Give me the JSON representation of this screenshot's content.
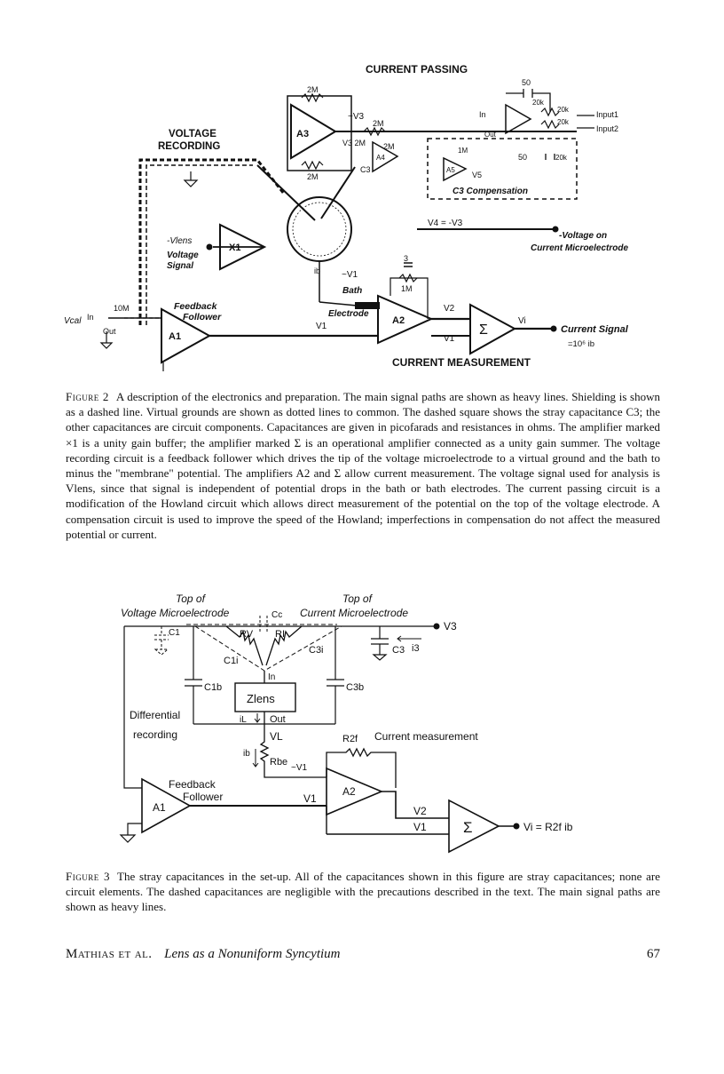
{
  "figure2": {
    "labels": {
      "current_passing": "CURRENT PASSING",
      "voltage_recording": "VOLTAGE",
      "voltage_recording_2": "RECORDING",
      "current_measurement": "CURRENT MEASUREMENT",
      "a1": "A1",
      "a2": "A2",
      "a3": "A3",
      "a4": "A4",
      "a5": "A5",
      "x1": "X1",
      "sigma": "Σ",
      "feedback": "Feedback",
      "follower": "Follower",
      "v_cal": "Vcal",
      "in": "In",
      "out": "Out",
      "r_10m": "10M",
      "v1": "V1",
      "v2": "V2",
      "v3": "V3",
      "vi": "Vi",
      "v_lens": "-Vlens",
      "voltage_signal": "Voltage",
      "voltage_signal_2": "Signal",
      "bath": "Bath",
      "electrode": "Electrode",
      "r_1m": "1M",
      "c_3": "3",
      "neg_v1": "~V1",
      "current_signal": "Current Signal",
      "current_signal_scale": "=10⁶ ib",
      "ib": "ib",
      "r_2m_a": "2M",
      "r_2m_b": "2M",
      "r_2m_c": "2M",
      "r_2m_d": "2M",
      "neg_v3": "~V3",
      "v3_2m": "V3 2M",
      "c3": "C3",
      "c_50": "50",
      "r_20k_a": "20k",
      "r_20k_b": "20k",
      "r_20k_c": "20k",
      "r_20k_d": "20k",
      "input1": "Input1",
      "input2": "Input2",
      "in_r": "In",
      "out_r": "Out",
      "v5": "V5",
      "r_1m_b": "1M",
      "c_50b": "50",
      "c3_compensation": "C3 Compensation",
      "v4": "V4 = -V3",
      "voltage_on": "-Voltage on",
      "current_microelectrode": "Current Microelectrode"
    }
  },
  "caption2": {
    "lead": "Figure 2",
    "text": "A description of the electronics and preparation. The main signal paths are shown as heavy lines. Shielding is shown as a dashed line. Virtual grounds are shown as dotted lines to common. The dashed square shows the stray capacitance C3; the other capacitances are circuit components. Capacitances are given in picofarads and resistances in ohms. The amplifier marked ×1 is a unity gain buffer; the amplifier marked Σ is an operational amplifier connected as a unity gain summer. The voltage recording circuit is a feedback follower which drives the tip of the voltage microelectrode to a virtual ground and the bath to minus the \"membrane\" potential. The amplifiers A2 and Σ allow current measurement. The voltage signal used for analysis is Vlens, since that signal is independent of potential drops in the bath or bath electrodes. The current passing circuit is a modification of the Howland circuit which allows direct measurement of the potential on the top of the voltage electrode. A compensation circuit is used to improve the speed of the Howland; imperfections in compensation do not affect the measured potential or current."
  },
  "figure3": {
    "labels": {
      "top_of_v": "Top of",
      "voltage_micro": "Voltage Microelectrode",
      "top_of_c": "Top of",
      "current_micro": "Current Microelectrode",
      "cc": "Cc",
      "c1": "C1",
      "rv": "RV",
      "ri": "RI",
      "c1i": "C1i",
      "c3i": "C3i",
      "c3": "C3",
      "i3": "i3",
      "v3": "V3",
      "in": "In",
      "c1b": "C1b",
      "c3b": "C3b",
      "zlens": "Zlens",
      "differential": "Differential",
      "recording": "recording",
      "il": "iL",
      "out": "Out",
      "vl": "VL",
      "r2f": "R2f",
      "current_measurement": "Current measurement",
      "ib": "ib",
      "rbe": "Rbe",
      "neg_v1": "~V1",
      "feedback": "Feedback",
      "follower": "Follower",
      "v1a": "V1",
      "a2": "A2",
      "a1": "A1",
      "v2": "V2",
      "v1b": "V1",
      "sigma": "Σ",
      "vi_eq": "Vi = R2f ib"
    }
  },
  "caption3": {
    "lead": "Figure 3",
    "text": "The stray capacitances in the set-up. All of the capacitances shown in this figure are stray capacitances; none are circuit elements. The dashed capacitances are negligible with the precautions described in the text. The main signal paths are shown as heavy lines."
  },
  "footer": {
    "authors": "Mathias et al.",
    "title": "Lens as a Nonuniform Syncytium",
    "page": "67"
  }
}
